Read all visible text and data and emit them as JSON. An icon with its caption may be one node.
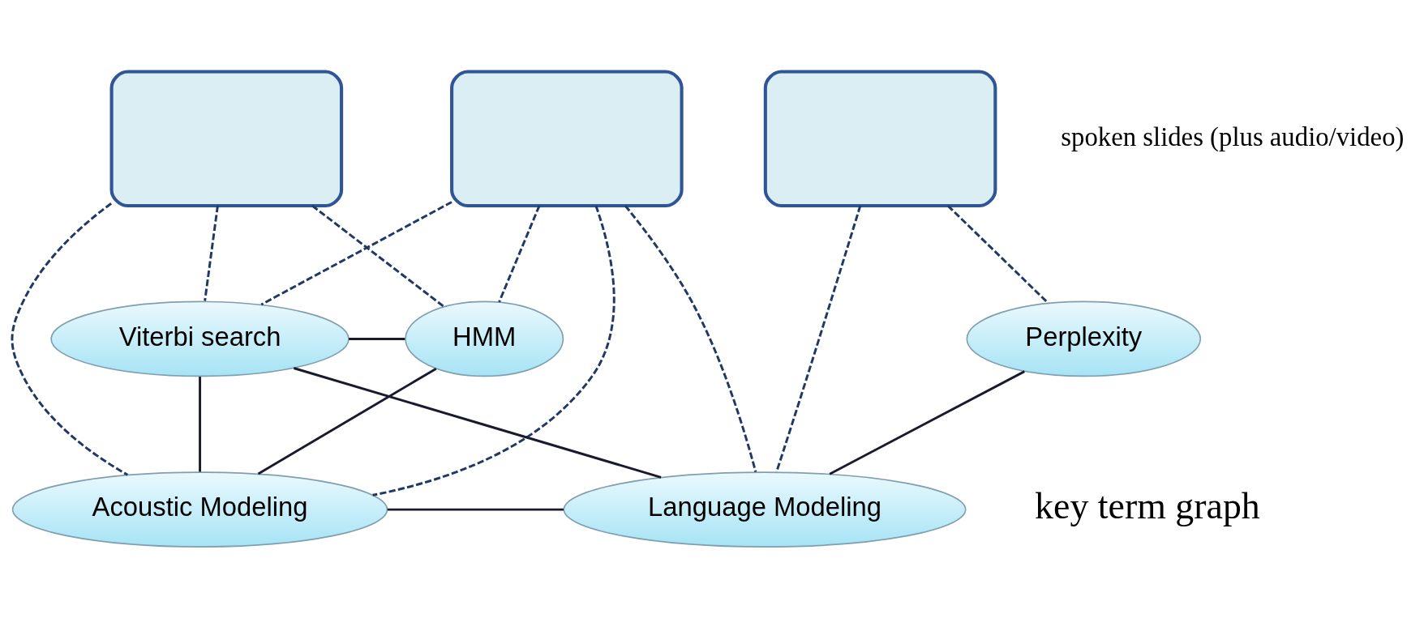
{
  "diagram": {
    "nodes": [
      {
        "text": [],
        "shape": "box"
      },
      {
        "text": [],
        "shape": "box"
      },
      {
        "text": [],
        "shape": "box"
      },
      {
        "text": [
          "Viterbi search"
        ]
      },
      {
        "text": [
          "Perplexity"
        ]
      },
      {
        "text": [
          "HMM"
        ]
      },
      {
        "text": [
          "Language Modeling"
        ]
      },
      {
        "text": [
          "Acoustic Modeling"
        ]
      }
    ],
    "edges": [
      {
        "from": 0,
        "to": 5,
        "arrow": "none",
        "style": "dashed"
      },
      {
        "from": 0,
        "to": 3,
        "arrow": "none",
        "style": "dashed"
      },
      {
        "from": 0,
        "to": 7,
        "arrow": "none",
        "style": "dashed"
      },
      {
        "from": 1,
        "to": 5,
        "arrow": "none",
        "style": "dashed"
      },
      {
        "from": 1,
        "to": 3,
        "arrow": "none",
        "style": "dashed"
      },
      {
        "from": 1,
        "to": 7,
        "arrow": "none",
        "style": "dashed"
      },
      {
        "from": 1,
        "to": 6,
        "arrow": "none",
        "style": "dashed"
      },
      {
        "from": 2,
        "to": 6,
        "arrow": "none",
        "style": "dashed"
      },
      {
        "from": 2,
        "to": 4,
        "arrow": "none",
        "style": "dashed"
      },
      {
        "from": 5,
        "to": 3,
        "arrow": "none"
      },
      {
        "from": 5,
        "to": 7,
        "arrow": "none"
      },
      {
        "from": 3,
        "to": 7,
        "arrow": "none"
      },
      {
        "from": 3,
        "to": 6,
        "arrow": "none"
      },
      {
        "from": 7,
        "to": 6,
        "arrow": "none"
      },
      {
        "from": 6,
        "to": 4,
        "arrow": "none"
      }
    ],
    "labels": [
      "spoken slides (plus audio/video)",
      "key term graph"
    ]
  }
}
